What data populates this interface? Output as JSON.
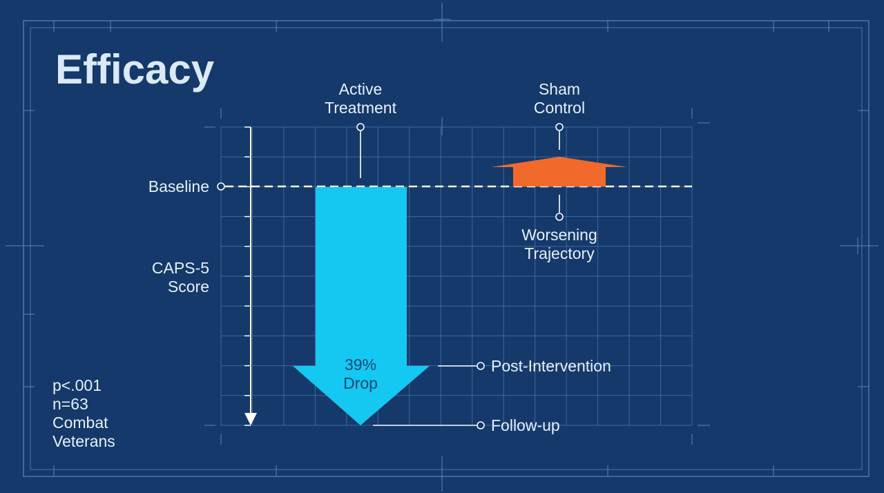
{
  "title": "Efficacy",
  "diagram": {
    "labels": {
      "active_line1": "Active",
      "active_line2": "Treatment",
      "sham_line1": "Sham",
      "sham_line2": "Control",
      "baseline": "Baseline",
      "axis_line1": "CAPS-5",
      "axis_line2": "Score",
      "worsening_line1": "Worsening",
      "worsening_line2": "Trajectory",
      "post": "Post-Intervention",
      "followup": "Follow-up",
      "drop_line1": "39%",
      "drop_line2": "Drop"
    },
    "stats": [
      "p<.001",
      "n=63",
      "Combat",
      "Veterans"
    ],
    "colors": {
      "background": "#14396a",
      "grid": "#3f6aa0",
      "active_arrow": "#15c8f2",
      "sham_arrow": "#f26a2b",
      "text": "#e9f1fb"
    }
  }
}
